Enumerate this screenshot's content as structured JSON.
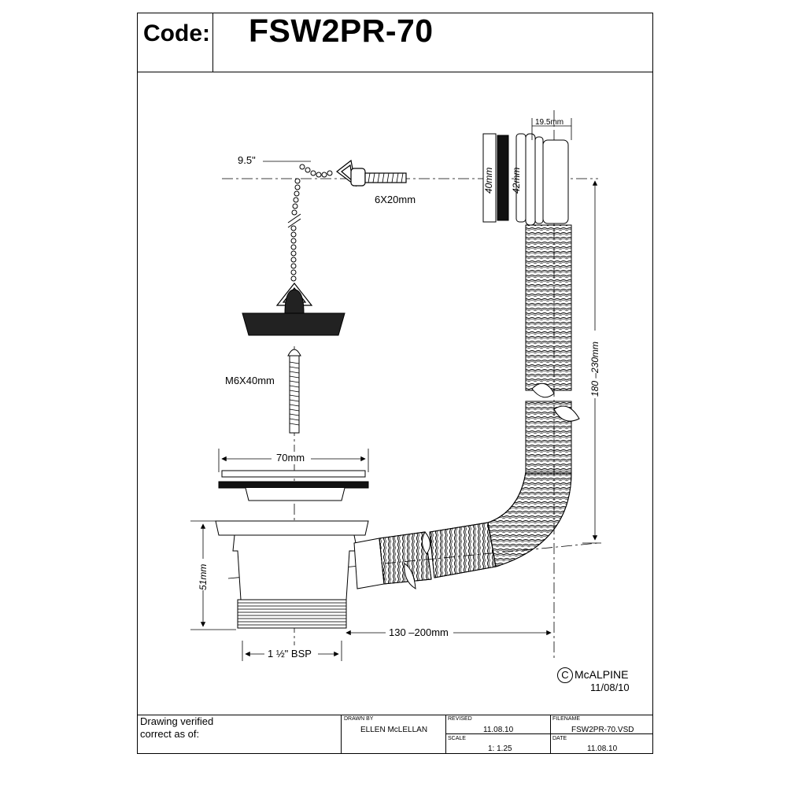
{
  "header": {
    "code_label": "Code:",
    "code_value": "FSW2PR-70"
  },
  "dimensions": {
    "chain_length": "9.5\"",
    "screw_small": "6X20mm",
    "washer_40": "40mm",
    "washer_42": "42mm",
    "outlet_width": "19.5mm",
    "hose_vertical": "180 –230mm",
    "bolt": "M6X40mm",
    "flange_width": "70mm",
    "waste_height": "51mm",
    "hose_horizontal": "130 –200mm",
    "thread": "1 ½\" BSP"
  },
  "brand": {
    "copyright_symbol": "C",
    "name": "McALPINE",
    "date": "11/08/10"
  },
  "title_block": {
    "verify_line1": "Drawing verified",
    "verify_line2": "correct as of:",
    "drawn_by_label": "DRAWN BY",
    "drawn_by_value": "ELLEN McLELLAN",
    "revised_label": "REVISED",
    "revised_value": "11.08.10",
    "scale_label": "SCALE",
    "scale_value": "1: 1.25",
    "filename_label": "FILENAME",
    "filename_value": "FSW2PR-70.VSD",
    "date_label": "DATE",
    "date_value": "11.08.10"
  }
}
